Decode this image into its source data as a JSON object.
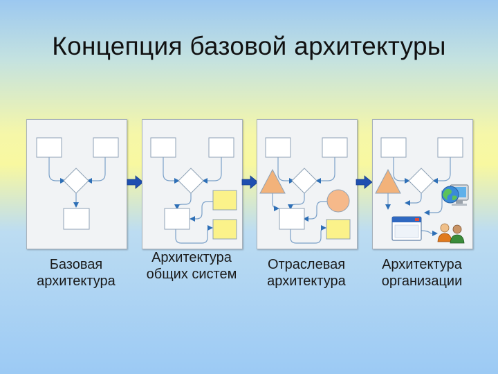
{
  "title": "Концепция базовой архитектуры",
  "stages": [
    {
      "caption": "Базовая архитектура"
    },
    {
      "caption": "Архитектура общих систем"
    },
    {
      "caption": "Отраслевая архитектура"
    },
    {
      "caption": "Архитектура организации"
    }
  ],
  "colors": {
    "shape_stroke": "#8ea2b6",
    "connector": "#7aa0c8",
    "arrowhead": "#2e6fb6",
    "flow_arrow": "#1f4fb0",
    "yellow_box": "#fbf28a",
    "triangle": "#f2b27a",
    "circle": "#f6b98a"
  }
}
